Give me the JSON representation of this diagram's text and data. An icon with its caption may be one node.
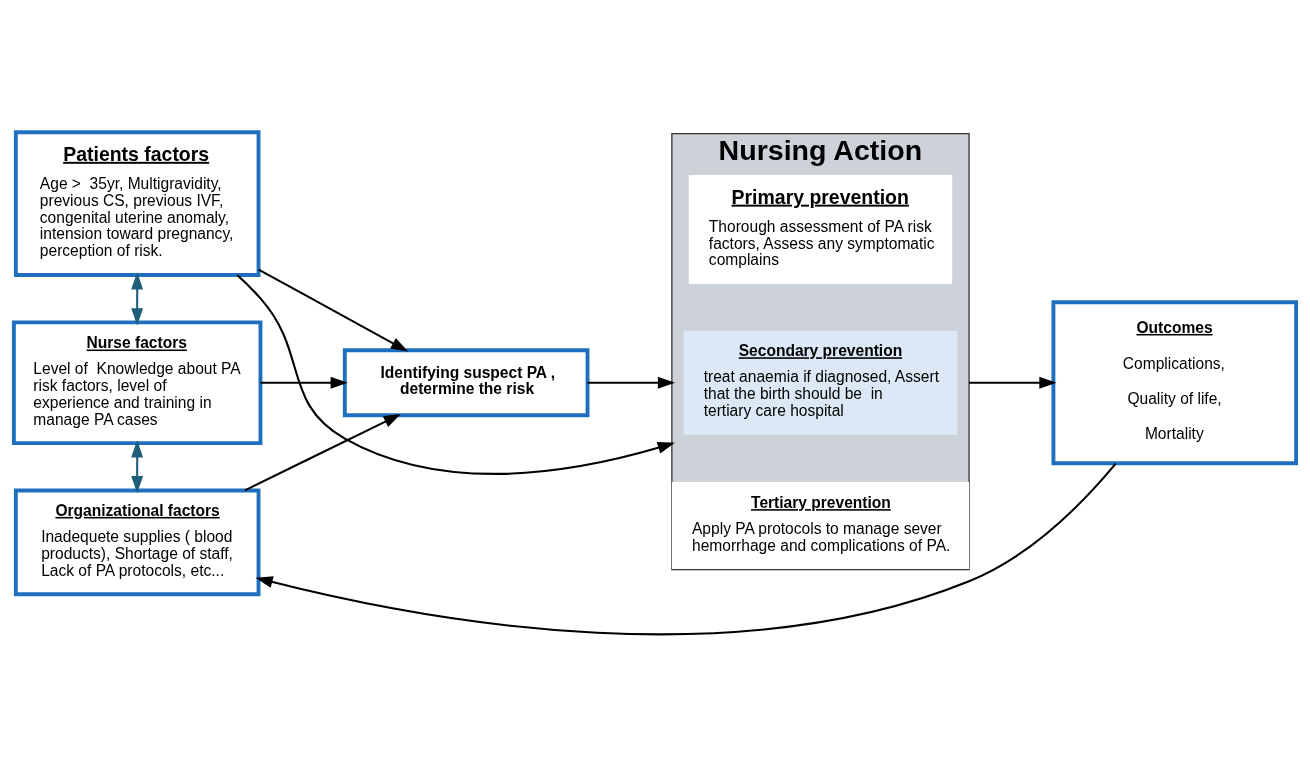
{
  "diagram": {
    "nodes": [
      {
        "text": [
          "Patients factors",
          "Age >  35yr, Multigravidity, previous CS, previous IVF, congenital uterine anomaly, intension toward pregnancy, perception of risk."
        ]
      },
      {
        "text": [
          "Nurse factors",
          "Level of  Knowledge about PA risk factors, level of experience and training in manage PA cases"
        ]
      },
      {
        "text": [
          "Organizational factors",
          "Inadequete supplies ( blood products), Shortage of staff, Lack of PA protocols, etc..."
        ]
      },
      {
        "text": [
          "Identifying suspect PA , determine the risk"
        ]
      },
      {
        "text": [
          "Nursing Action"
        ]
      },
      {
        "text": [
          "Primary prevention",
          "Thorough assessment of PA risk factors, Assess any symptomatic complains"
        ],
        "in": 4
      },
      {
        "text": [
          "Secondary prevention",
          "treat anaemia if diagnosed, Assert that the birth should be  in tertiary care hospital"
        ],
        "in": 4
      },
      {
        "text": [
          "Tertiary prevention",
          "Apply PA protocols to manage sever hemorrhage and complications of PA."
        ],
        "in": 4
      },
      {
        "text": [
          "Outcomes",
          "Complications,",
          "Quality of life,",
          "Mortality"
        ]
      }
    ],
    "edges": [
      {
        "from": 0,
        "to": 4,
        "arrow": "to"
      },
      {
        "from": 0,
        "to": 1,
        "arrow": "both",
        "color": "#1f5f7a"
      },
      {
        "from": 1,
        "to": 2,
        "arrow": "both",
        "color": "#1f5f7a"
      },
      {
        "from": 0,
        "to": 3,
        "arrow": "to"
      },
      {
        "from": 1,
        "to": 3,
        "arrow": "to"
      },
      {
        "from": 2,
        "to": 3,
        "arrow": "to"
      },
      {
        "from": 3,
        "to": 4,
        "arrow": "to"
      },
      {
        "from": 4,
        "to": 8,
        "arrow": "to"
      },
      {
        "from": 8,
        "to": 2,
        "arrow": "to"
      }
    ]
  }
}
